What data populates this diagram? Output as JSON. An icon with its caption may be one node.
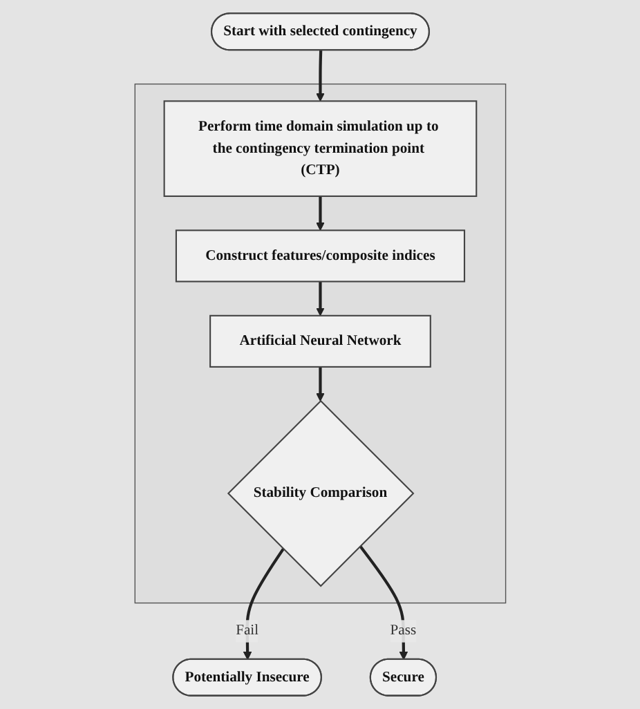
{
  "diagram": {
    "nodes": [
      {
        "text": [
          "Start with selected contingency"
        ]
      },
      {
        "text": [],
        "shape": "box"
      },
      {
        "text": [
          "Perform time domain simulation up to the contingency termination point (CTP)"
        ],
        "in": 1
      },
      {
        "text": [
          "Construct features/composite indices"
        ],
        "in": 1
      },
      {
        "text": [
          "Artificial Neural Network"
        ],
        "in": 1
      },
      {
        "text": [
          "Stability Comparison"
        ],
        "in": 1
      },
      {
        "text": [
          "Potentially Insecure"
        ]
      },
      {
        "text": [
          "Secure"
        ]
      }
    ],
    "edges": [
      {
        "from": 0,
        "to": 2,
        "arrow": "to"
      },
      {
        "from": 2,
        "to": 3,
        "arrow": "to"
      },
      {
        "from": 3,
        "to": 4,
        "arrow": "to"
      },
      {
        "from": 4,
        "to": 5,
        "arrow": "to"
      },
      {
        "from": 5,
        "to": 6,
        "arrow": "to",
        "label": "Fail"
      },
      {
        "from": 5,
        "to": 7,
        "arrow": "to",
        "label": "Pass"
      }
    ]
  }
}
